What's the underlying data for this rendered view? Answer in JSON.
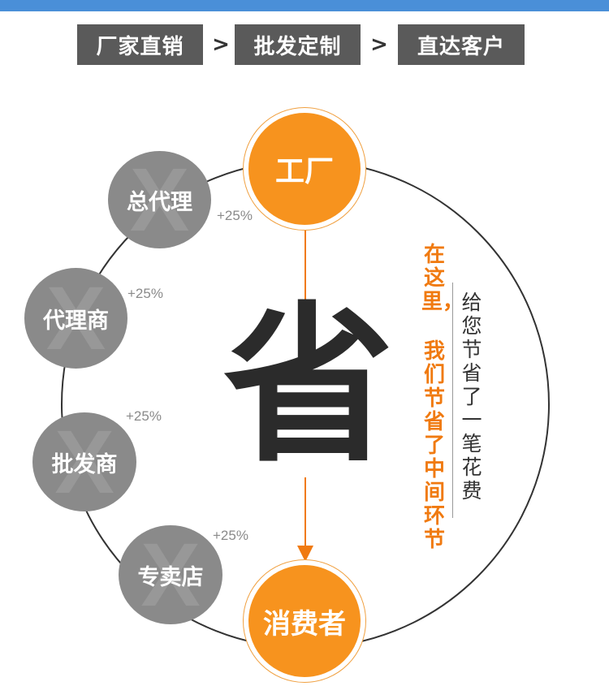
{
  "flow": {
    "steps": [
      "厂家直销",
      "批发定制",
      "直达客户"
    ],
    "separator": ">"
  },
  "diagram": {
    "factory": "工厂",
    "consumer": "消费者",
    "center_char": "省",
    "intermediaries": [
      {
        "label": "总代理",
        "markup": "+25%"
      },
      {
        "label": "代理商",
        "markup": "+25%"
      },
      {
        "label": "批发商",
        "markup": "+25%"
      },
      {
        "label": "专卖店",
        "markup": "+25%"
      }
    ],
    "cross_mark": "X",
    "slogan_orange_col1": "在这里，",
    "slogan_orange_col2": "我们节省了中间环节",
    "slogan_dark": "给您节省了一笔花费"
  },
  "colors": {
    "accent": "#f7931e",
    "node_gray": "#8a8a8a",
    "flow_bg": "#5a5a5a",
    "topbar": "#4a8fd8"
  }
}
